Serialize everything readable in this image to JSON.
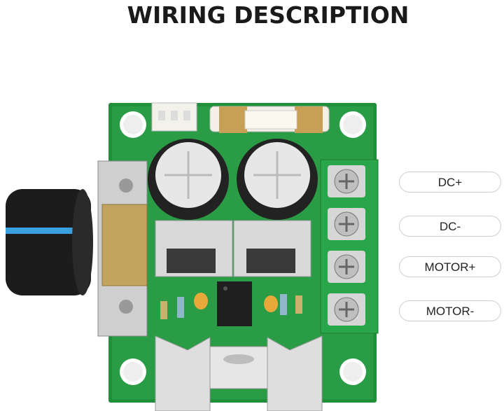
{
  "title": "WIRING DESCRIPTION",
  "terminals": [
    {
      "label": "DC+"
    },
    {
      "label": "DC-"
    },
    {
      "label": "MOTOR+"
    },
    {
      "label": "MOTOR-"
    }
  ],
  "board": {
    "pcb_color": "#1f8f3a",
    "terminal_color": "#2aa64a",
    "knob_stripe_color": "#3aa0e0"
  }
}
